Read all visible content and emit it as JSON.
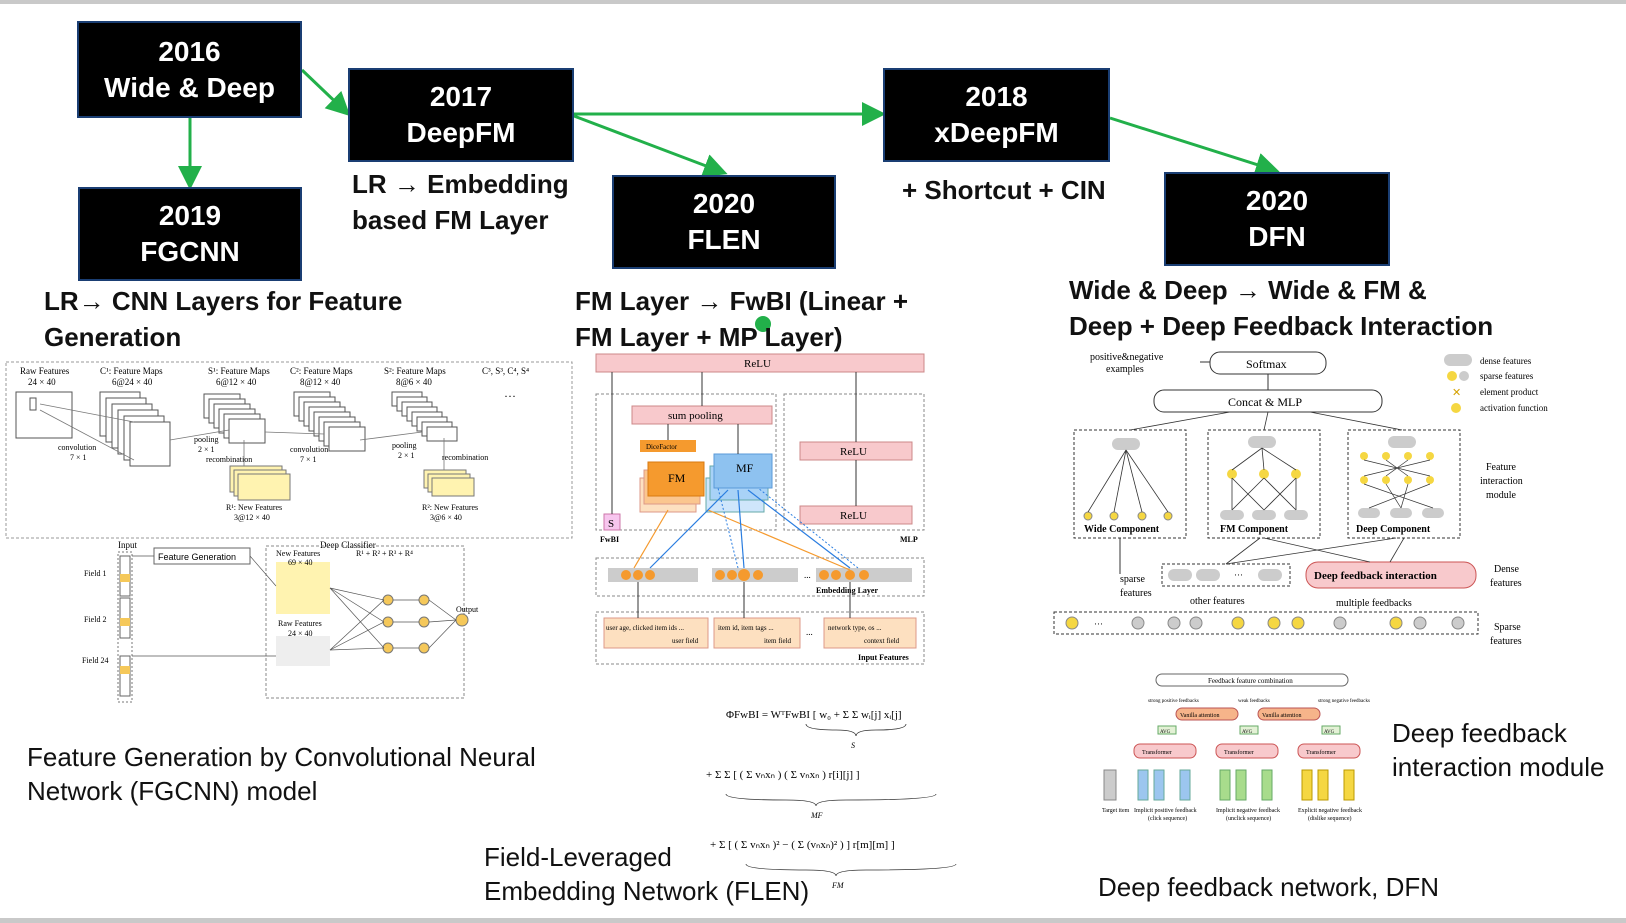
{
  "timeline": {
    "y2016": {
      "year": "2016",
      "name": "Wide & Deep"
    },
    "y2017": {
      "year": "2017",
      "name": "DeepFM"
    },
    "y2018": {
      "year": "2018",
      "name": "xDeepFM"
    },
    "y2019": {
      "year": "2019",
      "name": "FGCNN"
    },
    "y2020a": {
      "year": "2020",
      "name": "FLEN"
    },
    "y2020b": {
      "year": "2020",
      "name": "DFN"
    }
  },
  "notes": {
    "deepfm_l1": "LR → Embedding",
    "deepfm_l2": "based FM Layer",
    "xdeepfm": "+ Shortcut + CIN",
    "fgcnn_l1": "LR→ CNN Layers for Feature",
    "fgcnn_l2": "Generation",
    "flen_l1": "FM Layer → FwBI (Linear +",
    "flen_l2": "FM Layer + MP Layer)",
    "dfn_l1": "Wide & Deep → Wide & FM &",
    "dfn_l2": "Deep + Deep Feedback Interaction"
  },
  "captions": {
    "fgcnn_l1": "Feature Generation by Convolutional Neural",
    "fgcnn_l2": "Network (FGCNN) model",
    "flen_l1": "Field-Leveraged",
    "flen_l2": "Embedding Network (FLEN)",
    "dfn": "Deep feedback network, DFN",
    "dfi_l1": "Deep feedback",
    "dfi_l2": "interaction module"
  },
  "fgcnn_fig": {
    "raw": "Raw Features",
    "raw_dim": "24 × 40",
    "c1": "C¹: Feature Maps",
    "c1_dim": "6@24 × 40",
    "s1": "S¹: Feature Maps",
    "s1_dim": "6@12 × 40",
    "c2": "C²: Feature Maps",
    "c2_dim": "8@12 × 40",
    "s2": "S²: Feature Maps",
    "s2_dim": "8@6 × 40",
    "c3": "C³, S³, C⁴, S⁴",
    "conv": "convolution",
    "conv_dim": "7 × 1",
    "pool": "pooling",
    "pool_dim": "2 × 1",
    "recomb": "recombination",
    "r1": "R¹: New Features",
    "r1_dim": "3@12 × 40",
    "r2": "R²: New Features",
    "r2_dim": "3@6 × 40",
    "input": "Input",
    "deep": "Deep Classifier",
    "featgen": "Feature Generation",
    "newf": "New Features",
    "newf_dim": "69 × 40",
    "rsum": "R¹ + R² + R³ + R⁴",
    "rawf": "Raw Features",
    "rawf_dim": "24 × 40",
    "output": "Output",
    "field1": "Field 1",
    "field2": "Field 2",
    "field24": "Field 24"
  },
  "flen_fig": {
    "relu_top": "ReLU",
    "sum": "sum pooling",
    "dice": "DiceFactor",
    "fm": "FM",
    "mf": "MF",
    "s": "S",
    "relu_a": "ReLU",
    "relu_b": "ReLU",
    "fwbi": "FwBI",
    "mlp": "MLP",
    "emb": "Embedding Layer",
    "user": "user age, clicked item ids ...",
    "user_f": "user field",
    "item": "item id, item tags ...",
    "item_f": "item field",
    "ctx": "network type, os ...",
    "ctx_f": "context field",
    "input": "Input Features",
    "dots": "..."
  },
  "formula": {
    "l1": "ΦFwBI = WᵀFwBI [ w₀ + Σ Σ wᵢ[j] xᵢ[j]",
    "s": "S",
    "l2": "+ Σ Σ [ ( Σ vₙxₙ ) ( Σ vₙxₙ ) r[i][j] ]",
    "mf": "MF",
    "l3": "+ Σ [ ( Σ vₙxₙ )² − ( Σ (vₙxₙ)² ) ] r[m][m] ]",
    "fm": "FM"
  },
  "dfn_fig": {
    "pn": "positive&negative",
    "pn2": "examples",
    "softmax": "Softmax",
    "concat": "Concat & MLP",
    "dense": "dense features",
    "sparse": "sparse features",
    "elem": "element product",
    "act": "activation function",
    "wide": "Wide Component",
    "fmc": "FM Component",
    "deepc": "Deep Component",
    "fim1": "Feature",
    "fim2": "interaction",
    "fim3": "module",
    "sf1": "sparse",
    "sf2": "features",
    "dfi": "Deep feedback interaction",
    "df1": "Dense",
    "df2": "features",
    "other": "other features",
    "multi": "multiple feedbacks",
    "spf1": "Sparse",
    "spf2": "features",
    "fbc": "Feedback feature combination",
    "strong_pos": "strong positive feedbacks",
    "weak": "weak feedbacks",
    "strong_neg": "strong negative feedbacks",
    "vanilla": "Vanilla attention",
    "avg": "AVG",
    "transformer": "Transformer",
    "target": "Target item",
    "ipos": "Implicit positive feedback",
    "ipos2": "(click sequence)",
    "ineg": "Implicit negative feedback",
    "ineg2": "(unclick sequence)",
    "eneg": "Explicit negative feedback",
    "eneg2": "(dislike sequence)"
  },
  "colors": {
    "arrow": "#22b04a",
    "box": "#000000",
    "pink": "#f8c9cc",
    "orange": "#f59a2e",
    "blue": "#8ec2f0"
  }
}
